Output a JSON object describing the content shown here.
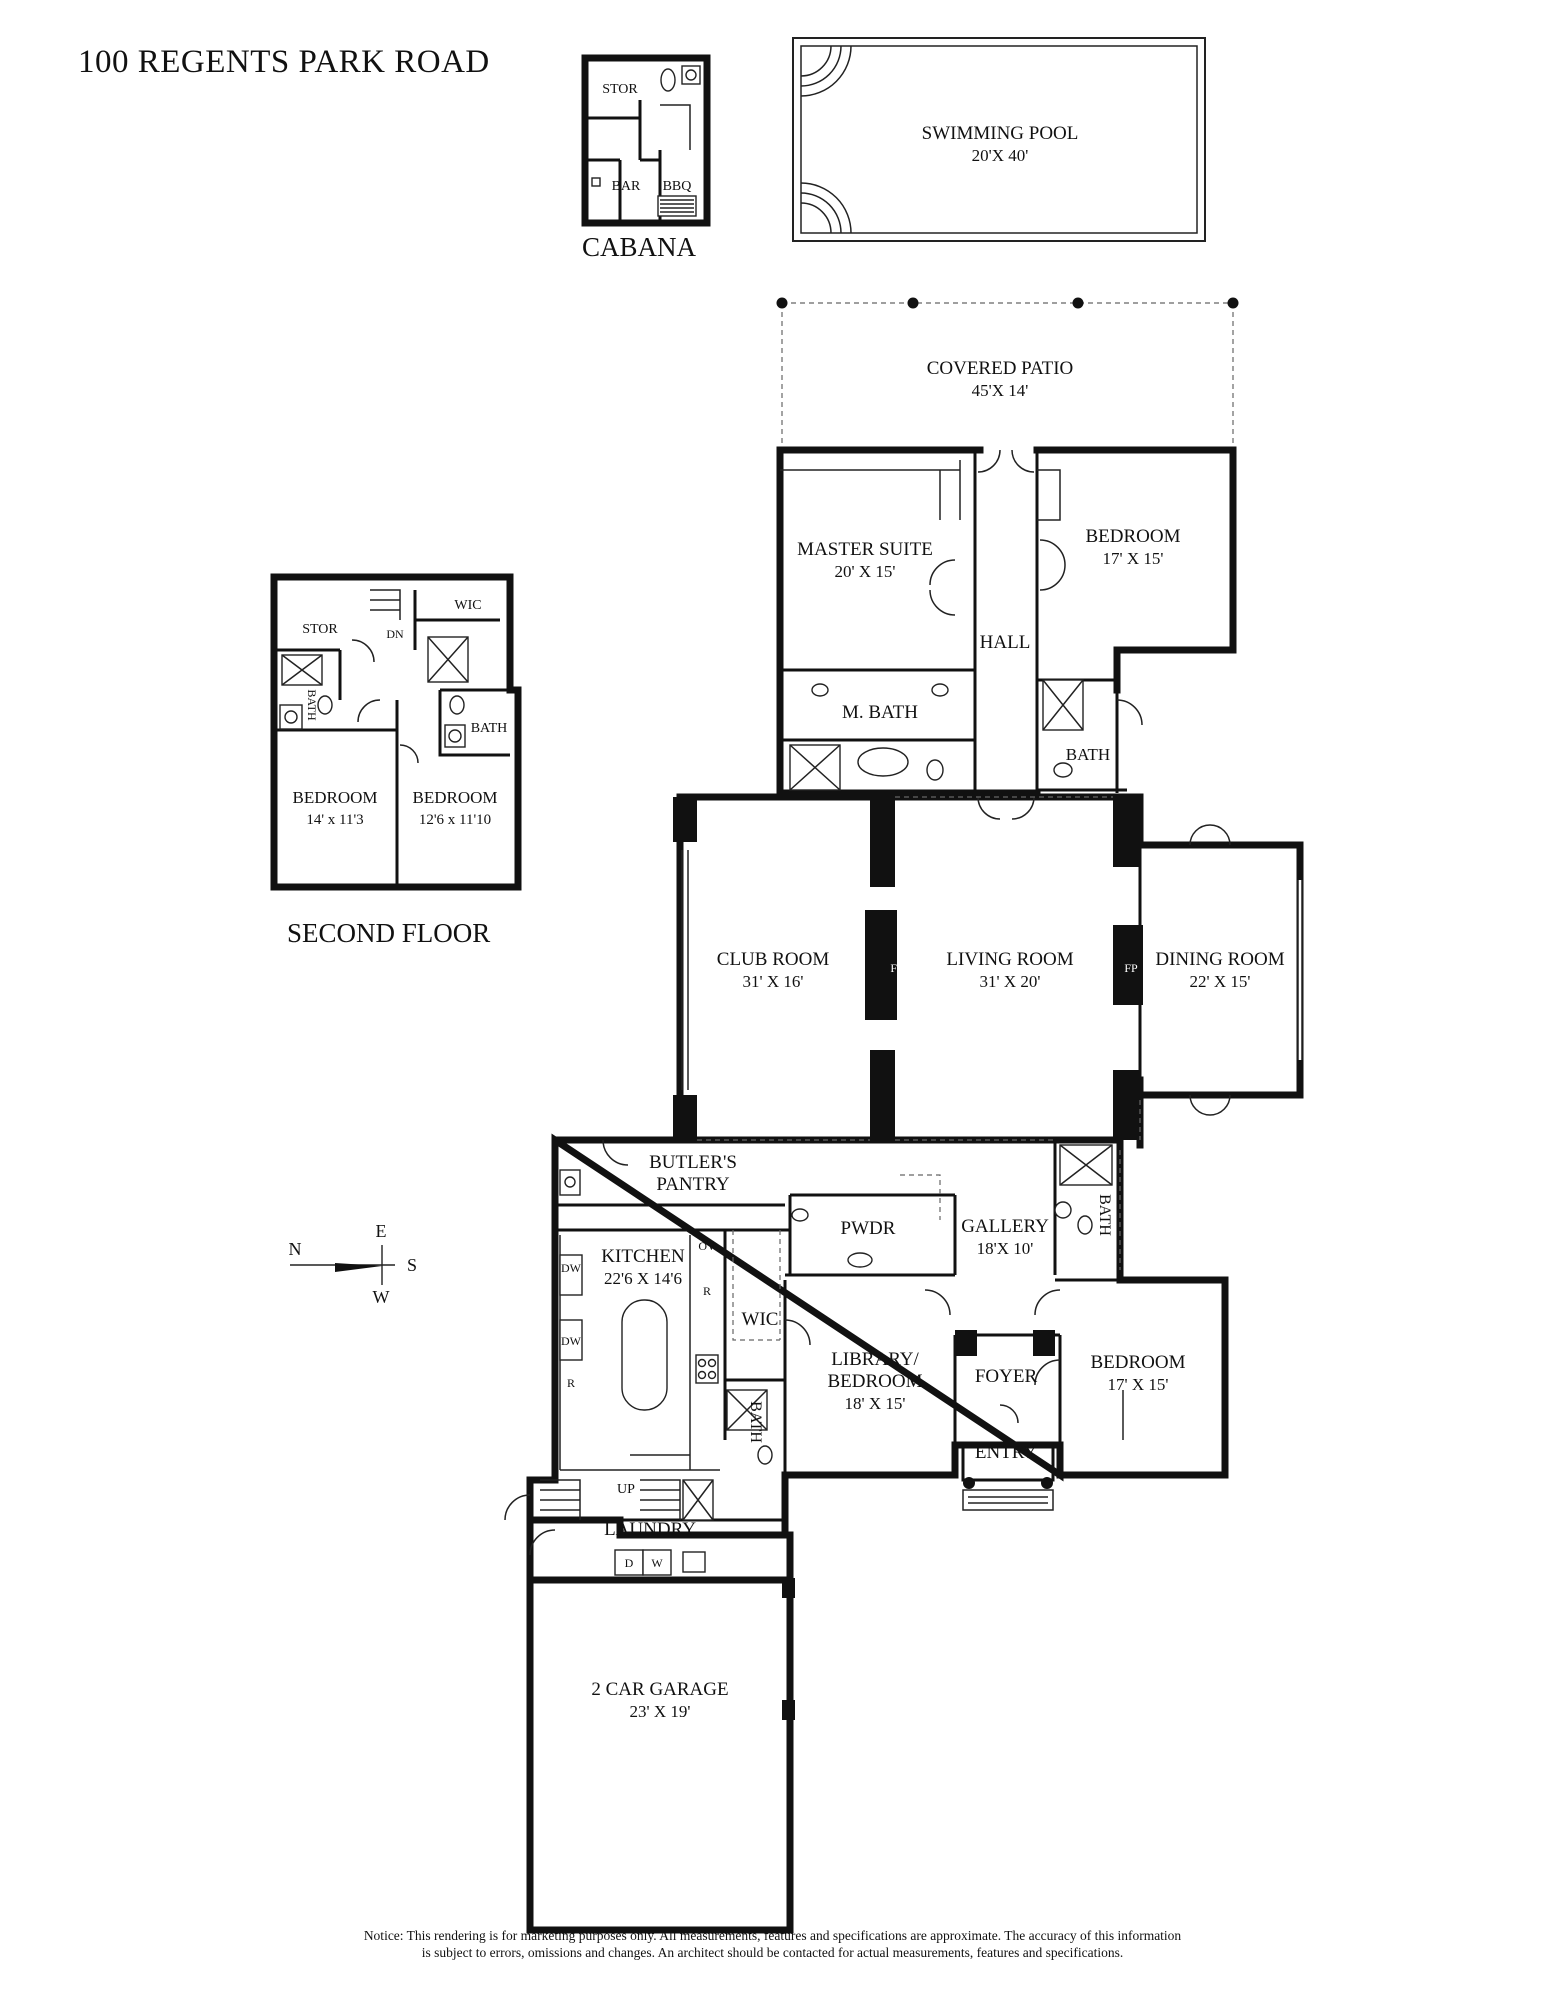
{
  "title": "100 REGENTS PARK ROAD",
  "section_labels": {
    "cabana": "CABANA",
    "second_floor": "SECOND FLOOR"
  },
  "cabana": {
    "stor": "STOR",
    "bar": "BAR",
    "bbq": "BBQ"
  },
  "pool": {
    "name": "SWIMMING POOL",
    "size": "20'X 40'"
  },
  "patio": {
    "name": "COVERED PATIO",
    "size": "45'X 14'"
  },
  "second_floor": {
    "wic": "WIC",
    "stor": "STOR",
    "dn": "DN",
    "bath_left": "BATH",
    "bath_right": "BATH",
    "bedroom_left": {
      "name": "BEDROOM",
      "size": "14' x 11'3"
    },
    "bedroom_right": {
      "name": "BEDROOM",
      "size": "12'6 x 11'10"
    }
  },
  "rooms": {
    "master_suite": {
      "name": "MASTER SUITE",
      "size": "20' X 15'"
    },
    "bedroom_ne": {
      "name": "BEDROOM",
      "size": "17' X 15'"
    },
    "hall": "HALL",
    "m_bath": "M. BATH",
    "bath_ne": "BATH",
    "club_room": {
      "name": "CLUB ROOM",
      "size": "31' X 16'"
    },
    "living_room": {
      "name": "LIVING ROOM",
      "size": "31' X 20'"
    },
    "dining_room": {
      "name": "DINING ROOM",
      "size": "22' X 15'"
    },
    "fp": "FP",
    "butlers_pantry": {
      "line1": "BUTLER'S",
      "line2": "PANTRY"
    },
    "kitchen": {
      "name": "KITCHEN",
      "size": "22'6 X 14'6"
    },
    "pwdr": "PWDR",
    "gallery": {
      "name": "GALLERY",
      "size": "18'X 10'"
    },
    "bath_gallery": "BATH",
    "wic": "WIC",
    "library": {
      "line1": "LIBRARY/",
      "line2": "BEDROOM",
      "size": "18' X 15'"
    },
    "foyer": "FOYER",
    "bedroom_se": {
      "name": "BEDROOM",
      "size": "17' X 15'"
    },
    "entry": "ENTRY",
    "bath_small": "BATH",
    "laundry": "LAUNDRY",
    "garage": {
      "name": "2 CAR GARAGE",
      "size": "23' X 19'"
    },
    "up": "UP"
  },
  "appliances": {
    "dw1": "DW",
    "dw2": "DW",
    "r1": "R",
    "r2": "R",
    "ov": "OV",
    "d": "D",
    "w": "W"
  },
  "compass": {
    "n": "N",
    "e": "E",
    "s": "S",
    "w": "W"
  },
  "notice": {
    "line1": "Notice: This rendering is for marketing purposes only. All measurements, features and specifications are approximate. The accuracy of this information",
    "line2": "is subject to errors, omissions and changes. An architect should be contacted for actual measurements, features and specifications."
  }
}
